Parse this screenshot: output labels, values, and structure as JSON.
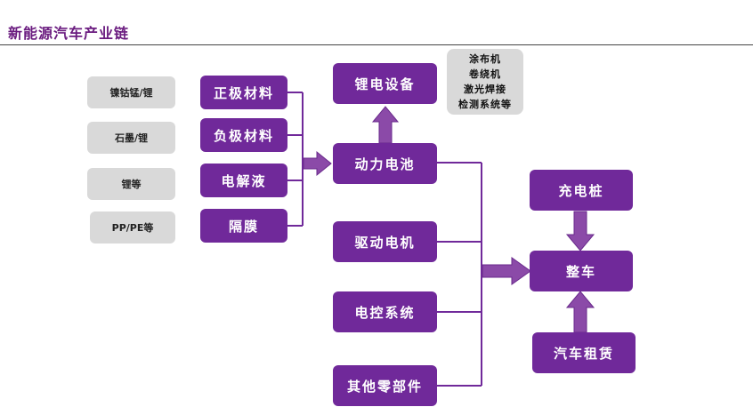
{
  "title": "新能源汽车产业链",
  "raw_materials": [
    "镍钴锰/锂",
    "石墨/锂",
    "锂等",
    "PP/PE等"
  ],
  "battery_materials": [
    "正极材料",
    "负极材料",
    "电解液",
    "隔膜"
  ],
  "equipment": {
    "label": "锂电设备",
    "items": [
      "涂布机",
      "卷绕机",
      "激光焊接",
      "检测系统等"
    ]
  },
  "components": [
    "动力电池",
    "驱动电机",
    "电控系统",
    "其他零部件"
  ],
  "vehicle": {
    "charging": "充电桩",
    "vehicle": "整车",
    "rental": "汽车租赁"
  },
  "colors": {
    "purple": "#70299a",
    "gray": "#d9d9d9",
    "title": "#6a1b7f"
  }
}
